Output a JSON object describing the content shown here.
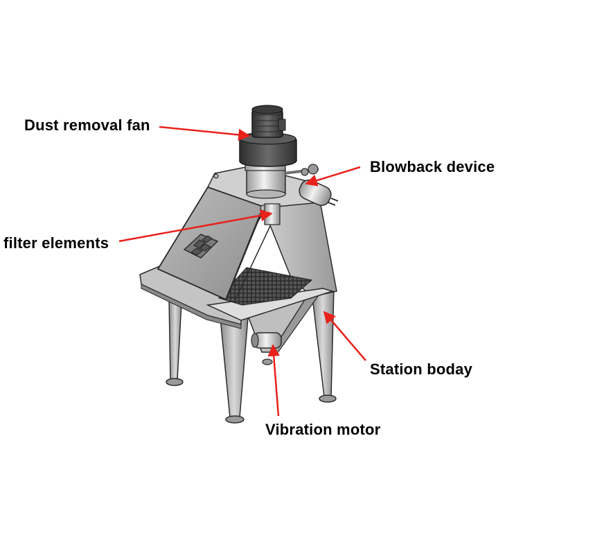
{
  "diagram": {
    "labels": {
      "fan": "Dust removal fan",
      "blowback": "Blowback device",
      "filter": "filter elements",
      "station": "Station boday",
      "vibration": "Vibration motor"
    },
    "colors": {
      "arrow": "#e8211b",
      "metal_light": "#d6d6d6",
      "metal_mid": "#a9a9a9",
      "metal_dark": "#6e6e6e",
      "outline": "#2a2a2a",
      "motor": "#4a4a4a"
    }
  }
}
